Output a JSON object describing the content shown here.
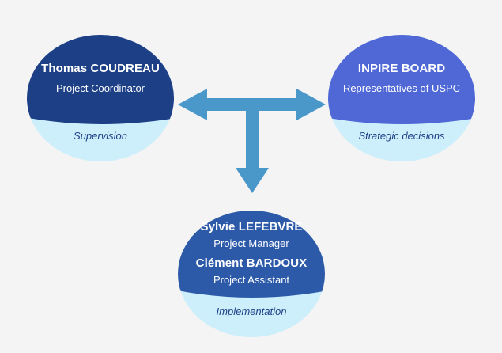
{
  "nodes": {
    "coordinator": {
      "name": "Thomas COUDREAU",
      "role": "Project Coordinator",
      "caption": "Supervision"
    },
    "board": {
      "name": "INPIRE BOARD",
      "role": "Representatives of USPC",
      "caption": "Strategic decisions"
    },
    "team": {
      "manager_name": "Sylvie LEFEBVRE",
      "manager_role": "Project Manager",
      "assistant_name": "Clément BARDOUX",
      "assistant_role": "Project Assistant",
      "caption": "Implementation"
    }
  },
  "colors": {
    "background": "#f4f4f4",
    "light_bubble": "#cdeefb",
    "coordinator_fill": "#1c3f86",
    "board_fill": "#4f68d6",
    "team_fill": "#2c5aa8",
    "arrow": "#4a97c9",
    "caption_text": "#1c3f86"
  }
}
